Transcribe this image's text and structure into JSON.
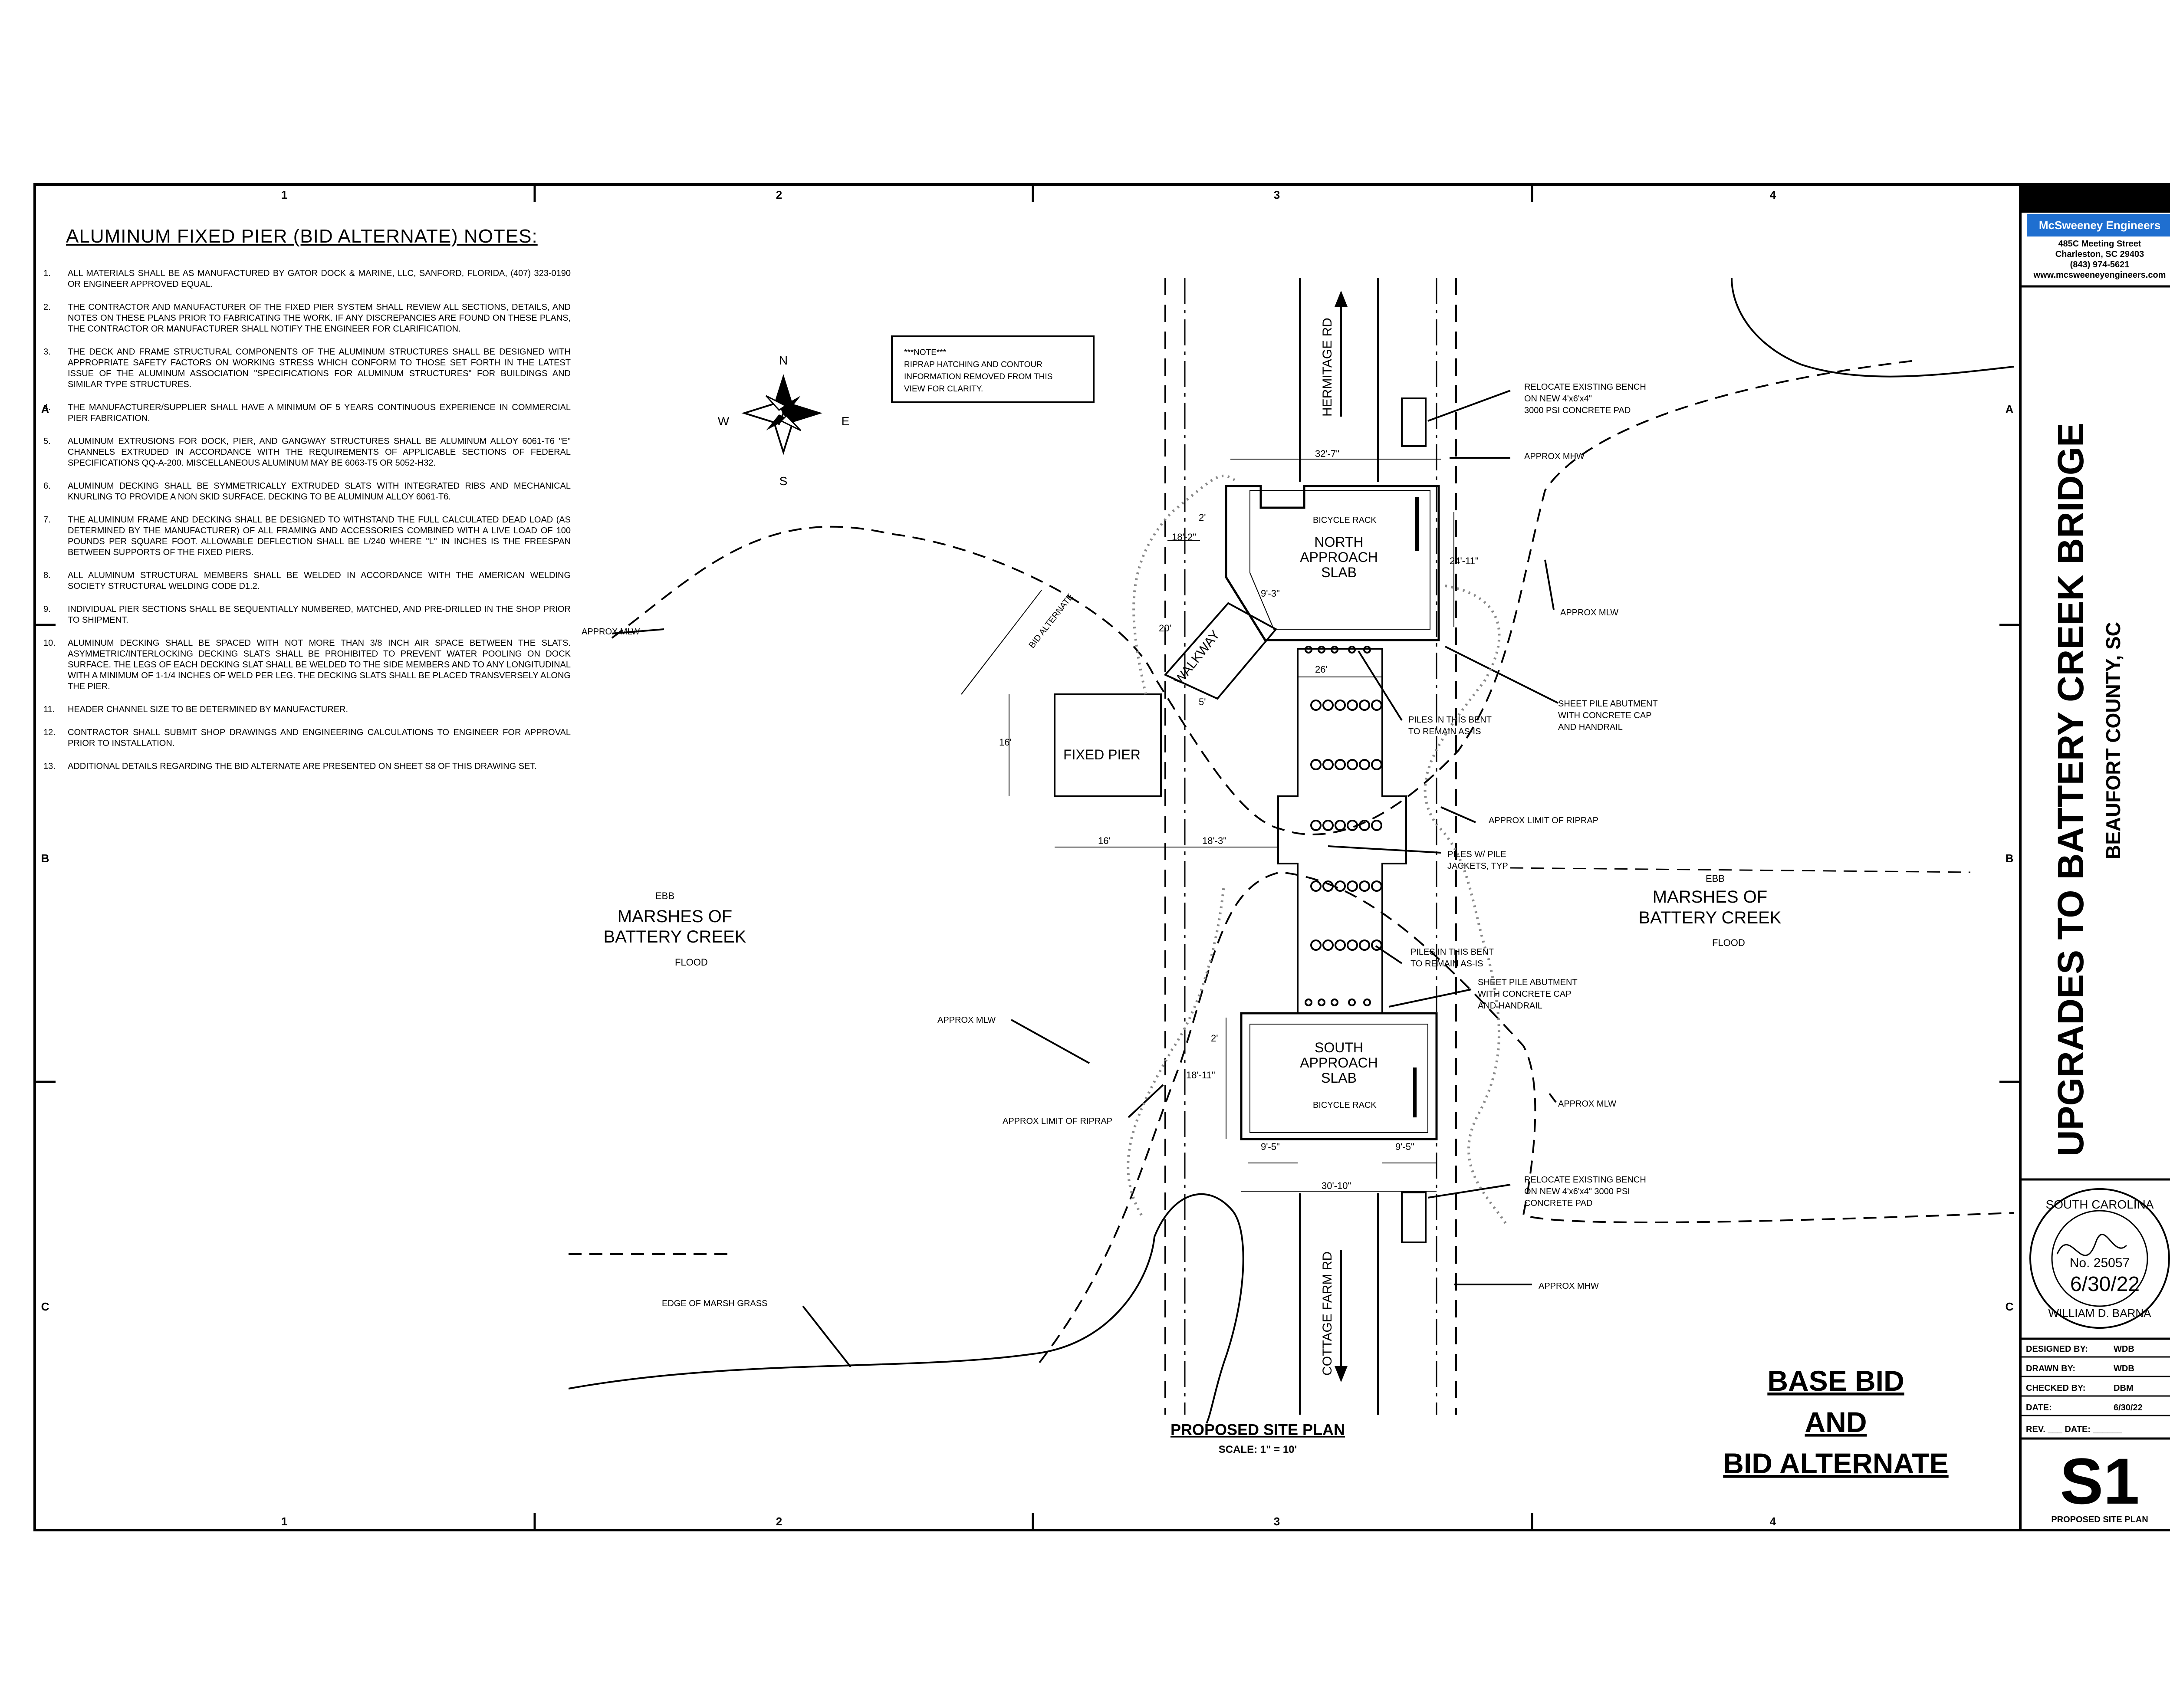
{
  "grid": {
    "columns": [
      "1",
      "2",
      "3",
      "4"
    ],
    "rows": [
      "A",
      "B",
      "C"
    ]
  },
  "notes": {
    "title": "ALUMINUM FIXED PIER (BID ALTERNATE) NOTES:",
    "items": [
      {
        "num": "1.",
        "text": "ALL MATERIALS SHALL BE AS MANUFACTURED BY GATOR DOCK & MARINE, LLC, SANFORD, FLORIDA, (407) 323-0190 OR ENGINEER APPROVED EQUAL."
      },
      {
        "num": "2.",
        "text": "THE CONTRACTOR AND MANUFACTURER OF THE FIXED PIER SYSTEM SHALL REVIEW ALL SECTIONS, DETAILS, AND NOTES ON THESE PLANS PRIOR TO FABRICATING THE WORK. IF ANY DISCREPANCIES ARE FOUND ON THESE PLANS, THE CONTRACTOR OR MANUFACTURER SHALL NOTIFY THE ENGINEER FOR CLARIFICATION."
      },
      {
        "num": "3.",
        "text": "THE DECK AND FRAME STRUCTURAL COMPONENTS OF THE ALUMINUM STRUCTURES SHALL BE DESIGNED WITH APPROPRIATE SAFETY FACTORS ON WORKING STRESS WHICH CONFORM TO THOSE SET FORTH IN THE LATEST ISSUE OF THE ALUMINUM ASSOCIATION \"SPECIFICATIONS FOR ALUMINUM STRUCTURES\" FOR BUILDINGS AND SIMILAR TYPE STRUCTURES."
      },
      {
        "num": "4.",
        "text": "THE MANUFACTURER/SUPPLIER SHALL HAVE A MINIMUM OF 5 YEARS CONTINUOUS EXPERIENCE IN COMMERCIAL PIER FABRICATION."
      },
      {
        "num": "5.",
        "text": "ALUMINUM EXTRUSIONS FOR DOCK, PIER, AND GANGWAY STRUCTURES SHALL BE ALUMINUM ALLOY 6061-T6 \"E\" CHANNELS EXTRUDED IN ACCORDANCE WITH THE REQUIREMENTS OF APPLICABLE SECTIONS OF FEDERAL SPECIFICATIONS QQ-A-200. MISCELLANEOUS ALUMINUM MAY BE 6063-T5 OR 5052-H32."
      },
      {
        "num": "6.",
        "text": "ALUMINUM DECKING SHALL BE SYMMETRICALLY EXTRUDED SLATS WITH INTEGRATED RIBS AND MECHANICAL KNURLING TO PROVIDE A NON SKID SURFACE. DECKING TO BE ALUMINUM ALLOY 6061-T6."
      },
      {
        "num": "7.",
        "text": "THE ALUMINUM FRAME AND DECKING SHALL BE DESIGNED TO WITHSTAND THE FULL CALCULATED DEAD LOAD (AS DETERMINED BY THE MANUFACTURER) OF ALL FRAMING AND ACCESSORIES COMBINED WITH A LIVE LOAD OF 100 POUNDS PER SQUARE FOOT. ALLOWABLE DEFLECTION SHALL BE L/240 WHERE \"L\" IN INCHES IS THE FREESPAN BETWEEN SUPPORTS OF THE FIXED PIERS."
      },
      {
        "num": "8.",
        "text": "ALL ALUMINUM STRUCTURAL MEMBERS SHALL BE WELDED IN ACCORDANCE WITH THE AMERICAN WELDING SOCIETY STRUCTURAL WELDING CODE D1.2."
      },
      {
        "num": "9.",
        "text": "INDIVIDUAL PIER SECTIONS SHALL BE SEQUENTIALLY NUMBERED, MATCHED, AND PRE-DRILLED IN THE SHOP PRIOR TO SHIPMENT."
      },
      {
        "num": "10.",
        "text": "ALUMINUM DECKING SHALL BE SPACED WITH NOT MORE THAN 3/8 INCH AIR SPACE BETWEEN THE SLATS. ASYMMETRIC/INTERLOCKING DECKING SLATS SHALL BE PROHIBITED TO PREVENT WATER POOLING ON DOCK SURFACE. THE LEGS OF EACH DECKING SLAT SHALL BE WELDED TO THE SIDE MEMBERS AND TO ANY LONGITUDINAL WITH A MINIMUM OF 1-1/4 INCHES OF WELD PER LEG. THE DECKING SLATS SHALL BE PLACED TRANSVERSELY ALONG THE PIER."
      },
      {
        "num": "11.",
        "text": "HEADER CHANNEL SIZE TO BE DETERMINED BY MANUFACTURER."
      },
      {
        "num": "12.",
        "text": "CONTRACTOR SHALL SUBMIT SHOP DRAWINGS AND ENGINEERING CALCULATIONS TO ENGINEER FOR APPROVAL PRIOR TO INSTALLATION."
      },
      {
        "num": "13.",
        "text": "ADDITIONAL DETAILS REGARDING THE BID ALTERNATE ARE PRESENTED ON SHEET S8 OF THIS DRAWING SET."
      }
    ]
  },
  "compass": {
    "n": "N",
    "s": "S",
    "e": "E",
    "w": "W"
  },
  "riprap_note": {
    "line1": "***NOTE***",
    "line2": "RIPRAP HATCHING AND CONTOUR",
    "line3": "INFORMATION REMOVED FROM THIS",
    "line4": "VIEW FOR CLARITY."
  },
  "plan": {
    "hermitage_rd": "HERMITAGE RD",
    "cottage_farm_rd": "COTTAGE FARM RD",
    "north_slab": [
      "NORTH",
      "APPROACH",
      "SLAB"
    ],
    "south_slab": [
      "SOUTH",
      "APPROACH",
      "SLAB"
    ],
    "bicycle_rack": "BICYCLE RACK",
    "walkway": "WALKWAY",
    "fixed_pier": "FIXED PIER",
    "bid_alternate": "BID ALTERNATE",
    "marsh_left": [
      "MARSHES OF",
      "BATTERY CREEK"
    ],
    "marsh_right": [
      "MARSHES OF",
      "BATTERY CREEK"
    ],
    "ebb": "EBB",
    "flood": "FLOOD",
    "dims": {
      "d32_7": "32'-7\"",
      "d2a": "2'",
      "d18_2": "18'-2\"",
      "d9_3": "9'-3\"",
      "d24_11": "24'-11\"",
      "d20": "20'",
      "d26": "26'",
      "d5": "5'",
      "d16v": "16'",
      "d16h": "16'",
      "d18_3": "18'-3\"",
      "d2b": "2'",
      "d18_11": "18'-11\"",
      "d9_5a": "9'-5\"",
      "d9_5b": "9'-5\"",
      "d30_10": "30'-10\""
    },
    "callouts": {
      "bench_n": [
        "RELOCATE EXISTING BENCH",
        "ON NEW 4'x6'x4\"",
        "3000 PSI CONCRETE PAD"
      ],
      "mhw_n": "APPROX MHW",
      "mlw_right_top": "APPROX MLW",
      "mlw_left_top": "APPROX MLW",
      "sheetpile_n": [
        "SHEET PILE ABUTMENT",
        "WITH CONCRETE CAP",
        "AND HANDRAIL"
      ],
      "piles_n": [
        "PILES IN THIS BENT",
        "TO REMAIN AS-IS"
      ],
      "riprap_right": "APPROX LIMIT OF RIPRAP",
      "pile_jackets": [
        "PILES W/ PILE",
        "JACKETS, TYP"
      ],
      "piles_s": [
        "PILES IN THIS BENT",
        "TO REMAIN AS-IS"
      ],
      "sheetpile_s": [
        "SHEET PILE ABUTMENT",
        "WITH CONCRETE CAP",
        "AND HANDRAIL"
      ],
      "mlw_left_bottom": "APPROX MLW",
      "riprap_left": "APPROX LIMIT OF RIPRAP",
      "mlw_right_bottom": "APPROX MLW",
      "bench_s": [
        "RELOCATE EXISTING BENCH",
        "ON NEW 4'x6'x4\" 3000 PSI",
        "CONCRETE PAD"
      ],
      "mhw_s": "APPROX MHW",
      "marsh_grass": "EDGE OF MARSH GRASS"
    },
    "view_title": "PROPOSED SITE PLAN",
    "scale": "SCALE: 1\" = 10'"
  },
  "base_bid": [
    "BASE BID",
    "AND",
    "BID ALTERNATE"
  ],
  "title_block": {
    "firm": "McSweeney Engineers",
    "address": [
      "485C Meeting Street",
      "Charleston, SC 29403",
      "(843) 974-5621",
      "www.mcsweeneyengineers.com"
    ],
    "project_title": "UPGRADES TO BATTERY CREEK BRIDGE",
    "location": "BEAUFORT COUNTY, SC",
    "seal_text": [
      "SOUTH CAROLINA",
      "No. 25057",
      "WILLIAM D. BARNA",
      "6/30/22"
    ],
    "designed_by_label": "DESIGNED BY:",
    "designed_by": "WDB",
    "drawn_by_label": "DRAWN BY:",
    "drawn_by": "WDB",
    "checked_by_label": "CHECKED BY:",
    "checked_by": "DBM",
    "date_label": "DATE:",
    "date": "6/30/22",
    "rev_label": "REV. ___ DATE: ______",
    "sheet_number": "S1",
    "sheet_title": "PROPOSED SITE PLAN"
  }
}
